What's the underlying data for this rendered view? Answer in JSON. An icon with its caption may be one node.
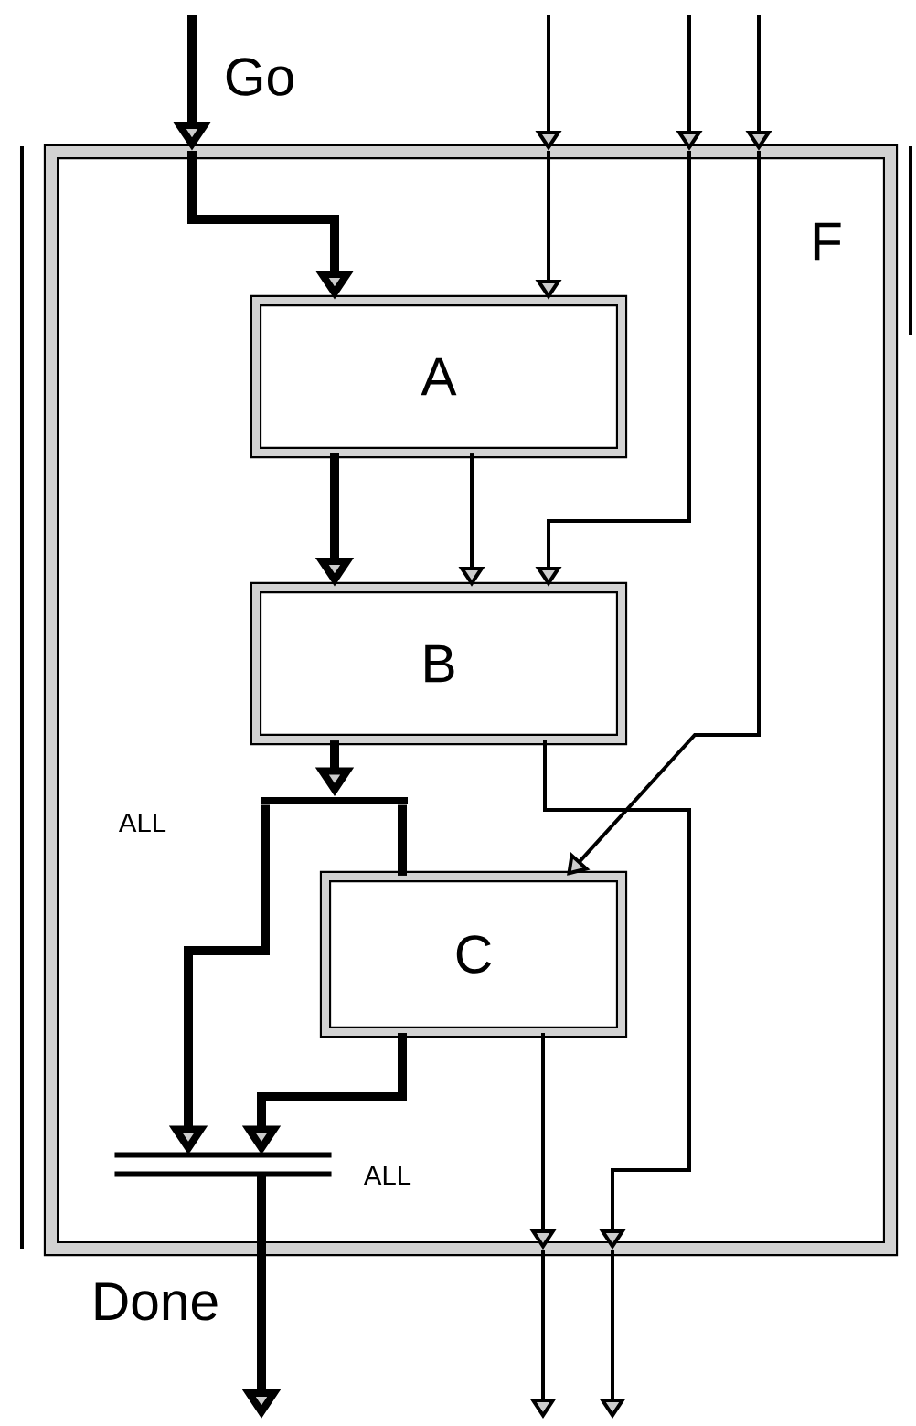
{
  "diagram": {
    "nodes": [
      {
        "text": [
          "F"
        ]
      },
      {
        "text": [
          "A"
        ],
        "in": 0
      },
      {
        "text": [
          "B"
        ],
        "in": 0
      },
      {
        "text": [
          "C"
        ],
        "in": 0
      },
      {
        "text": [],
        "shape": "bar",
        "in": 0,
        "beside": [
          "ALL"
        ]
      },
      {
        "text": [],
        "shape": "bar",
        "in": 0,
        "beside": [
          "ALL"
        ]
      }
    ],
    "edges": [
      {
        "from": null,
        "to": 0,
        "arrow": "to",
        "style": "thick",
        "label": "Go"
      },
      {
        "from": 0,
        "to": 1,
        "arrow": "to",
        "style": "thick"
      },
      {
        "from": null,
        "to": 0,
        "arrow": "to"
      },
      {
        "from": 0,
        "to": 1,
        "arrow": "to"
      },
      {
        "from": null,
        "to": 0,
        "arrow": "to"
      },
      {
        "from": 0,
        "to": 2,
        "arrow": "to"
      },
      {
        "from": null,
        "to": 0,
        "arrow": "to"
      },
      {
        "from": 0,
        "to": 3,
        "arrow": "to"
      },
      {
        "from": 1,
        "to": 2,
        "arrow": "to",
        "style": "thick"
      },
      {
        "from": 1,
        "to": 2,
        "arrow": "to"
      },
      {
        "from": 2,
        "to": 4,
        "arrow": "to",
        "style": "thick"
      },
      {
        "from": 2,
        "to": 0,
        "arrow": "to"
      },
      {
        "from": 4,
        "to": 3,
        "arrow": "none",
        "style": "thick"
      },
      {
        "from": 4,
        "to": 5,
        "arrow": "to",
        "style": "thick"
      },
      {
        "from": 3,
        "to": 5,
        "arrow": "to",
        "style": "thick"
      },
      {
        "from": 3,
        "to": 0,
        "arrow": "to"
      },
      {
        "from": 5,
        "to": null,
        "arrow": "to",
        "style": "thick",
        "label": "Done"
      },
      {
        "from": 0,
        "to": null,
        "arrow": "to"
      },
      {
        "from": 0,
        "to": null,
        "arrow": "to"
      }
    ]
  }
}
